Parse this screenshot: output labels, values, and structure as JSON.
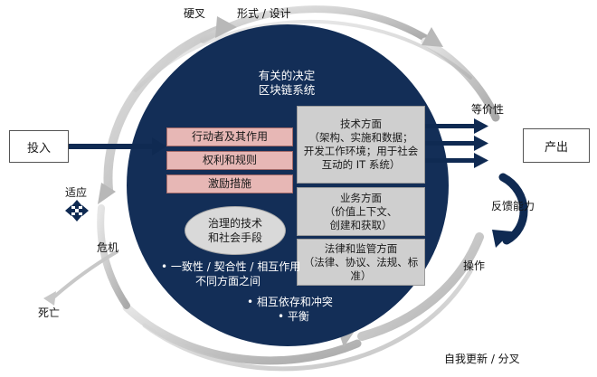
{
  "top_labels": {
    "left": "硬叉",
    "right": "形式 / 设计"
  },
  "circle_title": [
    "有关的决定",
    "区块链系统"
  ],
  "pink_boxes": [
    "行动者及其作用",
    "权利和规则",
    "激励措施"
  ],
  "grey_boxes": [
    [
      "技术方面",
      "（架构、实施和数据；",
      "开发工作环境；用于社会",
      "互动的 IT 系统）"
    ],
    [
      "业务方面",
      "（价值上下文、",
      "创建和获取）"
    ],
    [
      "法律和监管方面",
      "（法律、协议、法规、标准）"
    ]
  ],
  "ellipse": [
    "治理的技术",
    "和社会手段"
  ],
  "bullets": {
    "b1": [
      "• 一致性 / 契合性 / 相互作用",
      "不同方面之间"
    ],
    "b2": "• 相互依存和冲突",
    "b3": "• 平衡"
  },
  "input_label": "投入",
  "output_label": "产出",
  "equivalence_label": "等价性",
  "feedback_label": "反馈能力",
  "operate_label": "操作",
  "adapt_label": "适应",
  "crisis_label": "危机",
  "death_label": "死亡",
  "renewal_label": "自我更新 / 分叉",
  "colors": {
    "circle_fill": "#132e57",
    "pink_box": "#e7b7b5",
    "grey_box": "#cfcfcf",
    "arrow_dark": "#0f2a52",
    "swirl_grey": "#bdbdbd"
  }
}
